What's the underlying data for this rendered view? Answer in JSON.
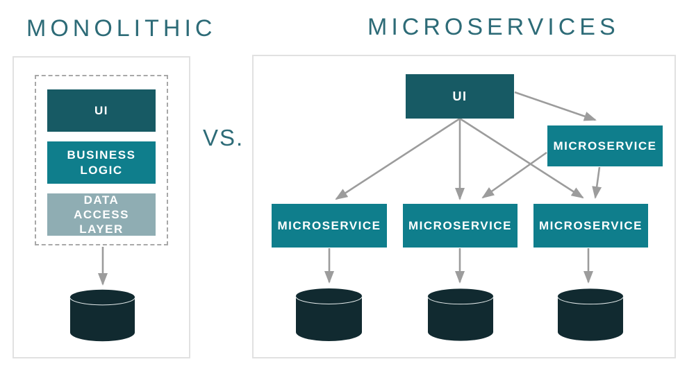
{
  "titles": {
    "monolithic": "MONOLITHIC",
    "microservices": "MICROSERVICES",
    "versus": "VS."
  },
  "colors": {
    "title_teal": "#2d6b77",
    "ui_dark_teal": "#175a64",
    "service_teal": "#0f7e8c",
    "data_access_gray": "#8fadb3",
    "database_dark": "#112a30",
    "database_highlight": "#e8eeee",
    "arrow_gray": "#9c9c9c",
    "panel_border": "#e1e1e1",
    "dashed_border": "#a8a8a8",
    "label_white": "#ffffff"
  },
  "icons": {
    "database": "database-cylinder-icon",
    "arrow": "arrow-connector-icon"
  },
  "monolithic": {
    "layers": [
      {
        "label": "UI"
      },
      {
        "label": "BUSINESS LOGIC"
      },
      {
        "label": "DATA ACCESS LAYER"
      }
    ],
    "databases": 1
  },
  "microservices": {
    "ui_label": "UI",
    "gateway_label": "MICROSERVICE",
    "services": [
      {
        "label": "MICROSERVICE"
      },
      {
        "label": "MICROSERVICE"
      },
      {
        "label": "MICROSERVICE"
      }
    ],
    "databases": 3,
    "connections": [
      {
        "from": "ui",
        "to": "microservice-1"
      },
      {
        "from": "ui",
        "to": "microservice-2"
      },
      {
        "from": "ui",
        "to": "microservice-3"
      },
      {
        "from": "ui",
        "to": "gateway-microservice"
      },
      {
        "from": "gateway-microservice",
        "to": "microservice-2"
      },
      {
        "from": "gateway-microservice",
        "to": "microservice-3"
      },
      {
        "from": "microservice-1",
        "to": "database-1"
      },
      {
        "from": "microservice-2",
        "to": "database-2"
      },
      {
        "from": "microservice-3",
        "to": "database-3"
      }
    ]
  }
}
